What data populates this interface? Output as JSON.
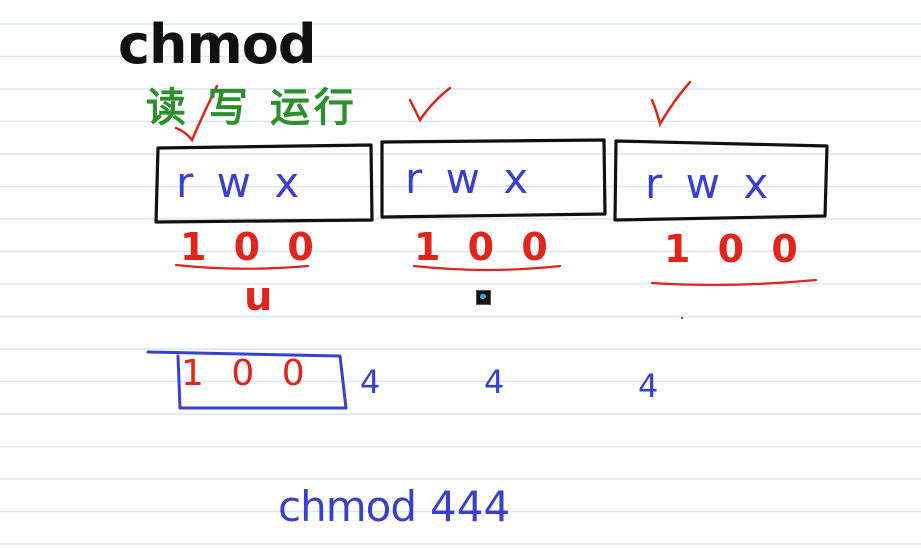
{
  "title": "chmod",
  "permission_labels": "读 写 运行",
  "groups": [
    {
      "letters": "r w x",
      "bits": "1 0 0"
    },
    {
      "letters": "r w x",
      "bits": "1 0 0"
    },
    {
      "letters": "r w x",
      "bits": "1 0 0"
    }
  ],
  "user_label": "u",
  "binary_value": "1 0 0",
  "octal_digits": [
    "4",
    "4",
    "4"
  ],
  "command": {
    "name": "chmod",
    "value": "444"
  },
  "colors": {
    "paper_line": "#d9e8f4",
    "ink_black": "#111111",
    "ink_green": "#2f8f2f",
    "ink_blue": "#3a3fcc",
    "ink_red": "#e0251b"
  },
  "icons": [
    "cursor-icon"
  ]
}
